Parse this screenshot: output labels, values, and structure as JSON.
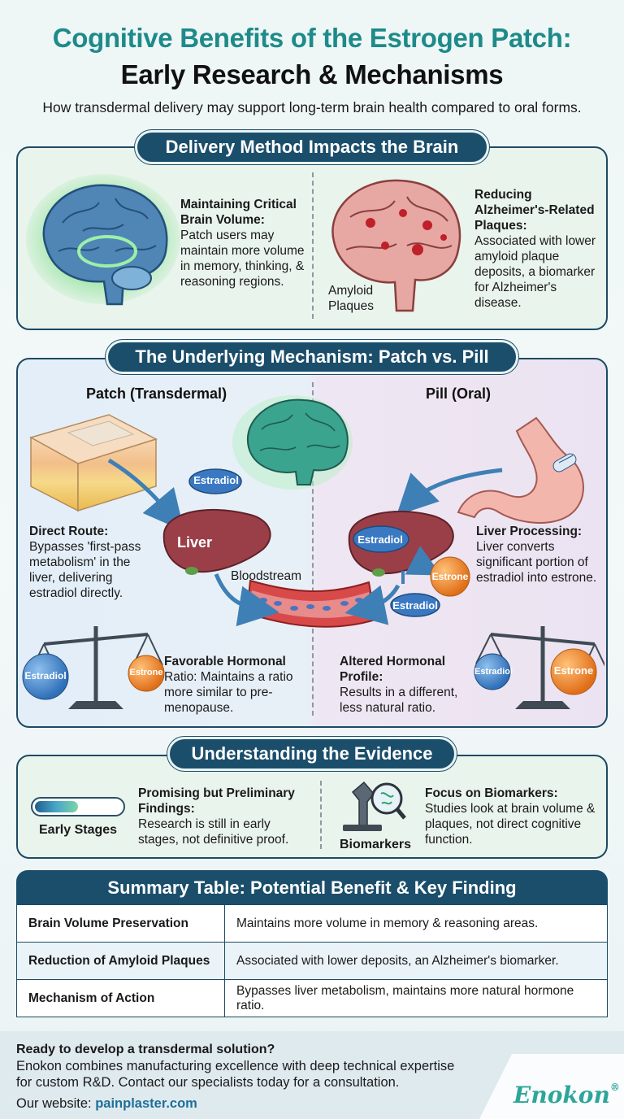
{
  "header": {
    "title_line1": "Cognitive Benefits of the Estrogen Patch:",
    "title_line2": "Early Research & Mechanisms",
    "subtitle": "How transdermal delivery may support long-term brain health compared to oral forms."
  },
  "delivery": {
    "heading": "Delivery Method Impacts the Brain",
    "left": {
      "title": "Maintaining Critical Brain Volume:",
      "body": "Patch users may maintain more volume in memory, thinking, & reasoning regions."
    },
    "right": {
      "title": "Reducing Alzheimer's-Related Plaques:",
      "body": "Associated with lower amyloid plaque deposits, a biomarker for Alzheimer's disease.",
      "image_label_1": "Amyloid",
      "image_label_2": "Plaques"
    }
  },
  "mechanism": {
    "heading": "The Underlying Mechanism: Patch vs. Pill",
    "patch_col": "Patch (Transdermal)",
    "pill_col": "Pill (Oral)",
    "estradiol": "Estradiol",
    "estrone": "Estrone",
    "liver": "Liver",
    "bloodstream": "Bloodstream",
    "direct_title": "Direct Route:",
    "direct_body": "Bypasses 'first-pass metabolism' in the liver, delivering estradiol directly.",
    "liver_title": "Liver Processing:",
    "liver_body": "Liver converts significant portion of estradiol into estrone.",
    "favorable_title": "Favorable Hormonal",
    "favorable_body": "Ratio: Maintains a ratio more similar to pre-menopause.",
    "altered_title": "Altered Hormonal Profile:",
    "altered_body": "Results in a different, less natural ratio."
  },
  "evidence": {
    "heading": "Understanding the Evidence",
    "progress_label": "Early Stages",
    "progress_fraction": 0.5,
    "left_title": "Promising but Preliminary Findings:",
    "left_body": "Research is still in early stages, not definitive proof.",
    "biomarkers_label": "Biomarkers",
    "right_title": "Focus on Biomarkers:",
    "right_body": "Studies look at brain volume & plaques, not direct cognitive function."
  },
  "summary": {
    "heading": "Summary Table: Potential Benefit & Key Finding",
    "rows": [
      {
        "benefit": "Brain Volume Preservation",
        "finding": "Maintains more volume in memory & reasoning areas."
      },
      {
        "benefit": "Reduction of Amyloid Plaques",
        "finding": "Associated with lower deposits, an Alzheimer's biomarker."
      },
      {
        "benefit": "Mechanism of Action",
        "finding": "Bypasses liver metabolism, maintains more natural hormone ratio."
      }
    ]
  },
  "footer": {
    "cta": "Ready to develop a transdermal solution?",
    "line1": "Enokon combines manufacturing excellence with deep technical expertise",
    "line2": "for custom R&D. Contact our specialists today for a consultation.",
    "website_label": "Our website:",
    "website": "painplaster.com",
    "brand": "Enokon",
    "reg": "®"
  },
  "colors": {
    "teal": "#1e8a8a",
    "navy": "#1b4e6b",
    "estradiol": "#2f6fb8",
    "estrone": "#e8832a",
    "liver": "#9a3f48"
  }
}
